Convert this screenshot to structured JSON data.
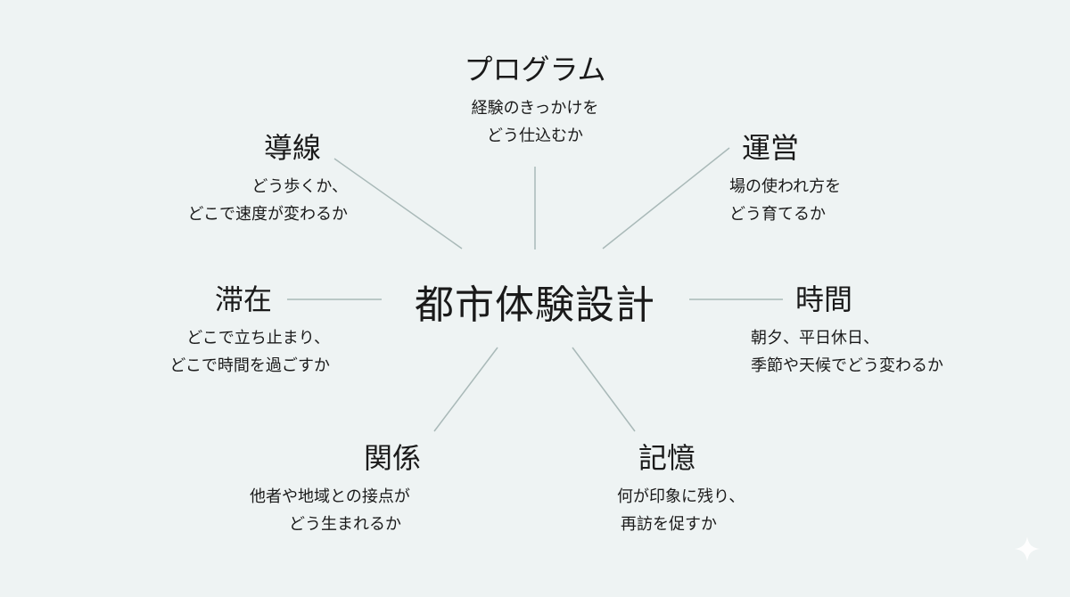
{
  "center": {
    "label": "都市体験設計"
  },
  "nodes": {
    "program": {
      "title": "プログラム",
      "lines": [
        "経験のきっかけを",
        "どう仕込むか"
      ]
    },
    "dousen": {
      "title": "導線",
      "lines": [
        "どう歩くか、",
        "どこで速度が変わるか"
      ]
    },
    "unei": {
      "title": "運営",
      "lines": [
        "場の使われ方を",
        "どう育てるか"
      ]
    },
    "taizai": {
      "title": "滞在",
      "lines": [
        "どこで立ち止まり、",
        "どこで時間を過ごすか"
      ]
    },
    "jikan": {
      "title": "時間",
      "lines": [
        "朝夕、平日休日、",
        "季節や天候でどう変わるか"
      ]
    },
    "kankei": {
      "title": "関係",
      "lines": [
        "他者や地域との接点が",
        "どう生まれるか"
      ]
    },
    "kioku": {
      "title": "記憶",
      "lines": [
        "何が印象に残り、",
        "再訪を促すか"
      ]
    }
  },
  "colors": {
    "background": "#eef3f3",
    "connector": "#a9b9b8",
    "text": "#1a1a1a"
  },
  "icons": {
    "corner": "sparkle-icon"
  }
}
